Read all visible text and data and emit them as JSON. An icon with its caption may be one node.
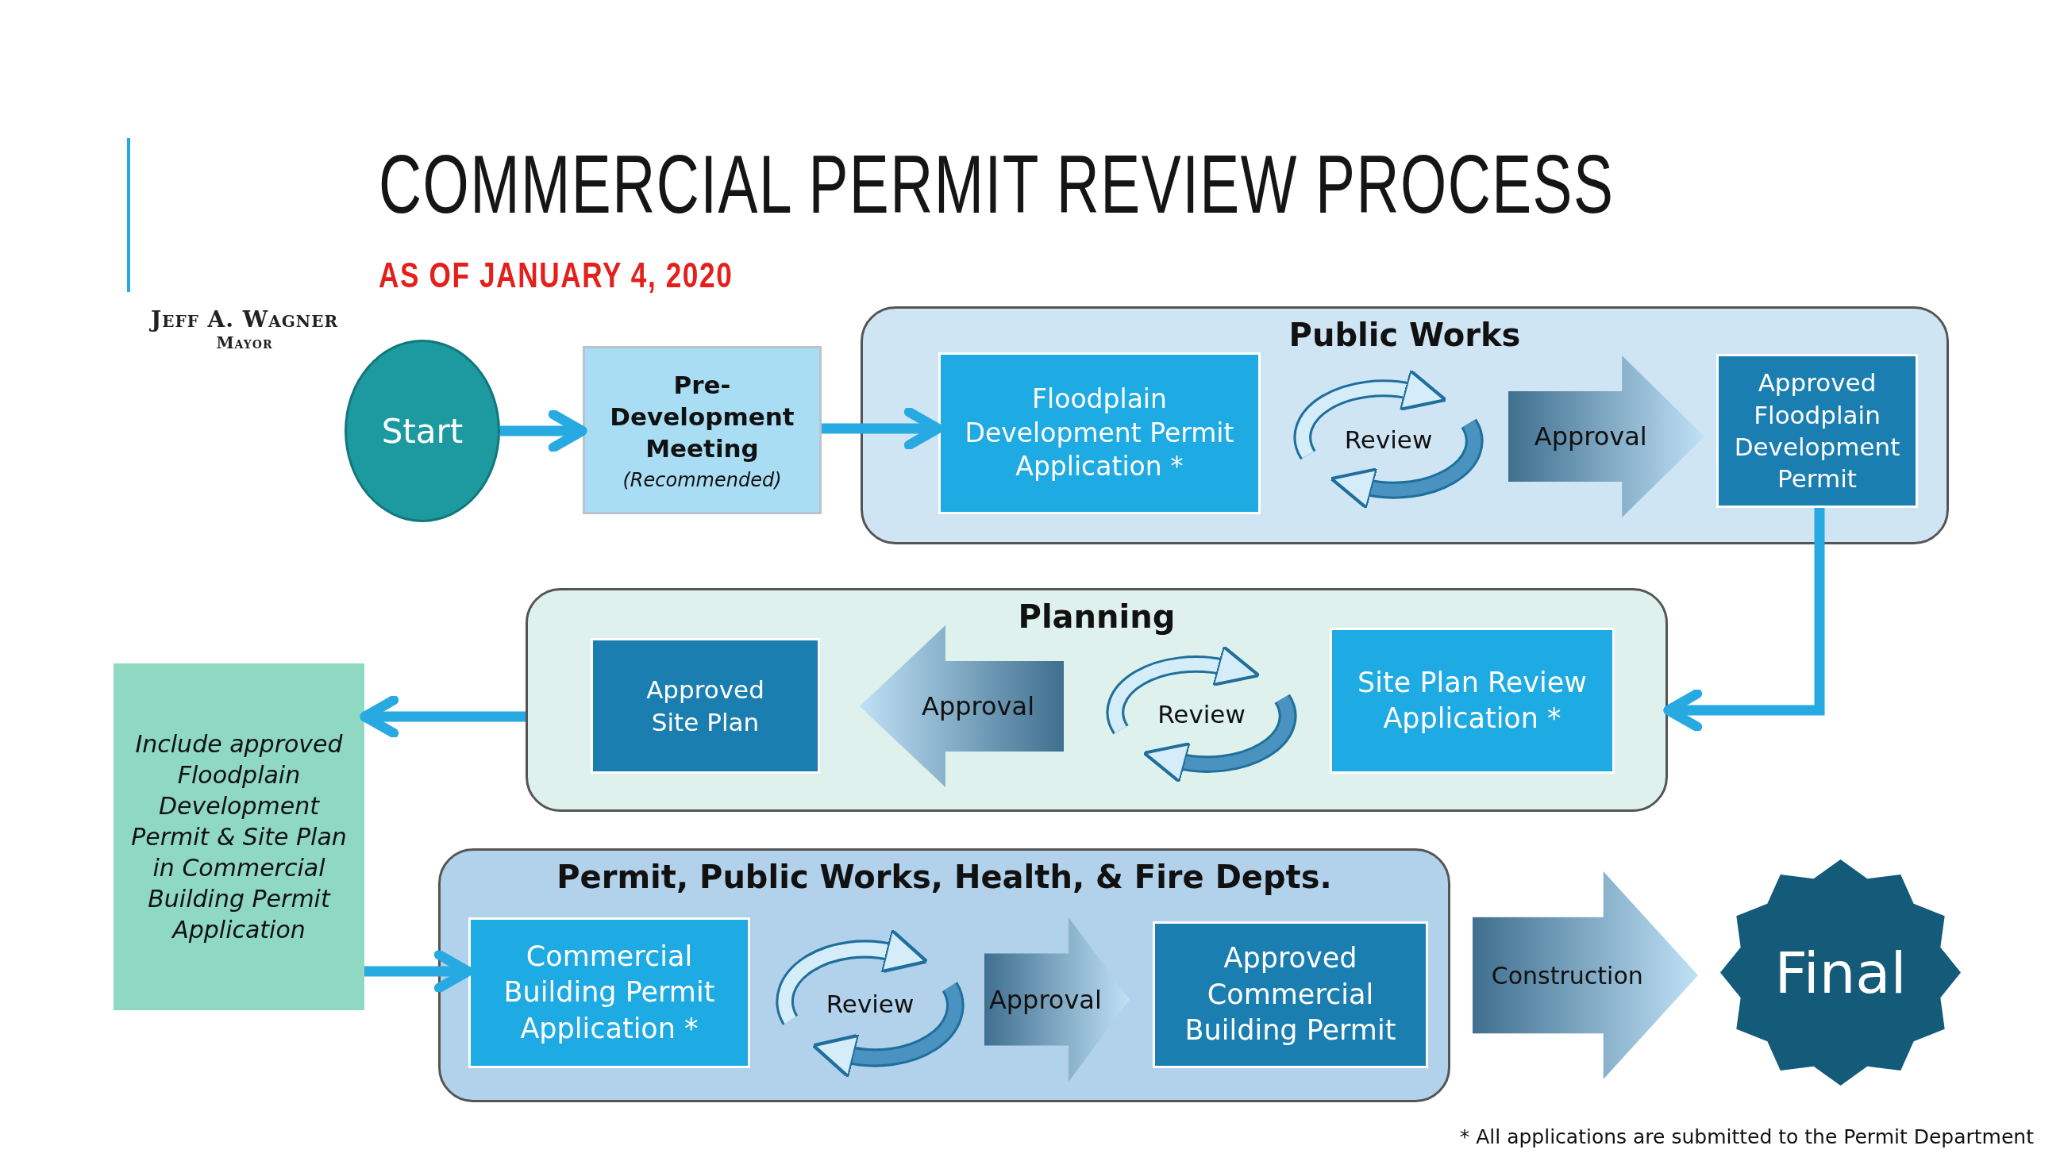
{
  "diagram": {
    "title": "COMMERCIAL PERMIT REVIEW PROCESS",
    "nodes": [
      {
        "text": [
          "Start"
        ]
      },
      {
        "text": [
          "Pre-Development Meeting",
          "(Recommended)"
        ]
      },
      {
        "text": [
          "Public Works"
        ]
      },
      {
        "text": [
          "Floodplain Development Permit Application *"
        ],
        "in": 2
      },
      {
        "text": [
          "Review"
        ],
        "in": 2
      },
      {
        "text": [
          "Approval"
        ],
        "in": 2
      },
      {
        "text": [
          "Approved Floodplain Development Permit"
        ],
        "in": 2
      },
      {
        "text": [
          "Planning"
        ]
      },
      {
        "text": [
          "Site Plan Review Application *"
        ],
        "in": 7
      },
      {
        "text": [
          "Review"
        ],
        "in": 7
      },
      {
        "text": [
          "Approval"
        ],
        "in": 7
      },
      {
        "text": [
          "Approved Site Plan"
        ],
        "in": 7
      },
      {
        "text": [
          "Include approved Floodplain Development Permit & Site Plan in Commercial Building Permit Application"
        ]
      },
      {
        "text": [
          "Permit, Public Works, Health, & Fire Depts."
        ]
      },
      {
        "text": [
          "Commercial Building Permit Application *"
        ],
        "in": 13
      },
      {
        "text": [
          "Review"
        ],
        "in": 13
      },
      {
        "text": [
          "Approval"
        ],
        "in": 13
      },
      {
        "text": [
          "Approved Commercial Building Permit"
        ],
        "in": 13
      },
      {
        "text": [
          "Construction"
        ]
      },
      {
        "text": [
          "Final"
        ]
      }
    ],
    "edges": [
      {
        "from": 0,
        "to": 1,
        "arrow": "to"
      },
      {
        "from": 1,
        "to": 3,
        "arrow": "to"
      },
      {
        "from": 6,
        "to": 7,
        "arrow": "to"
      },
      {
        "from": 7,
        "to": 12,
        "arrow": "to"
      },
      {
        "from": 12,
        "to": 14,
        "arrow": "to"
      }
    ],
    "labels": [
      "AS OF JANUARY 4, 2020",
      "Jeff A. Wagner",
      "Mayor",
      "* All applications are submitted to the Permit Department"
    ]
  }
}
